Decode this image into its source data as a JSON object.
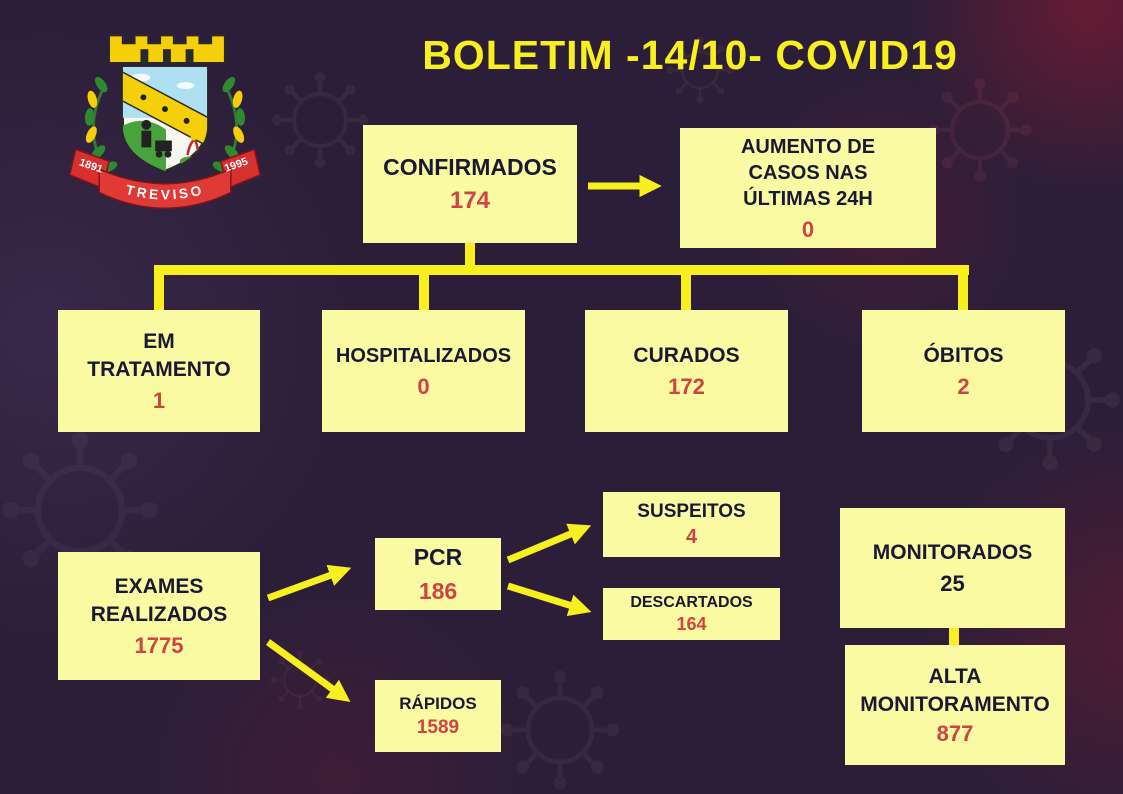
{
  "title": "BOLETIM -14/10- COVID19",
  "logo": {
    "city": "TREVISO",
    "year_left": "1891",
    "year_right": "1995"
  },
  "flow": {
    "confirmados": {
      "label": "CONFIRMADOS",
      "value": "174"
    },
    "aumento_24h": {
      "label": "AUMENTO DE CASOS NAS ÚLTIMAS 24H",
      "value": "0"
    },
    "em_tratamento": {
      "label": "EM TRATAMENTO",
      "value": "1"
    },
    "hospitalizados": {
      "label": "HOSPITALIZADOS",
      "value": "0"
    },
    "curados": {
      "label": "CURADOS",
      "value": "172"
    },
    "obitos": {
      "label": "ÓBITOS",
      "value": "2"
    },
    "exames": {
      "label": "EXAMES REALIZADOS",
      "value": "1775"
    },
    "pcr": {
      "label": "PCR",
      "value": "186"
    },
    "rapidos": {
      "label": "RÁPIDOS",
      "value": "1589"
    },
    "suspeitos": {
      "label": "SUSPEITOS",
      "value": "4"
    },
    "descartados": {
      "label": "DESCARTADOS",
      "value": "164"
    },
    "monitorados": {
      "label": "MONITORADOS",
      "value": "25"
    },
    "alta_monitoramento": {
      "label": "ALTA MONITORAMENTO",
      "value": "877"
    }
  },
  "colors": {
    "background": "#2C1E38",
    "box_fill": "#FAFAA3",
    "accent_yellow": "#F8EF1E",
    "value_red": "#D04343",
    "label_dark": "#191933"
  }
}
